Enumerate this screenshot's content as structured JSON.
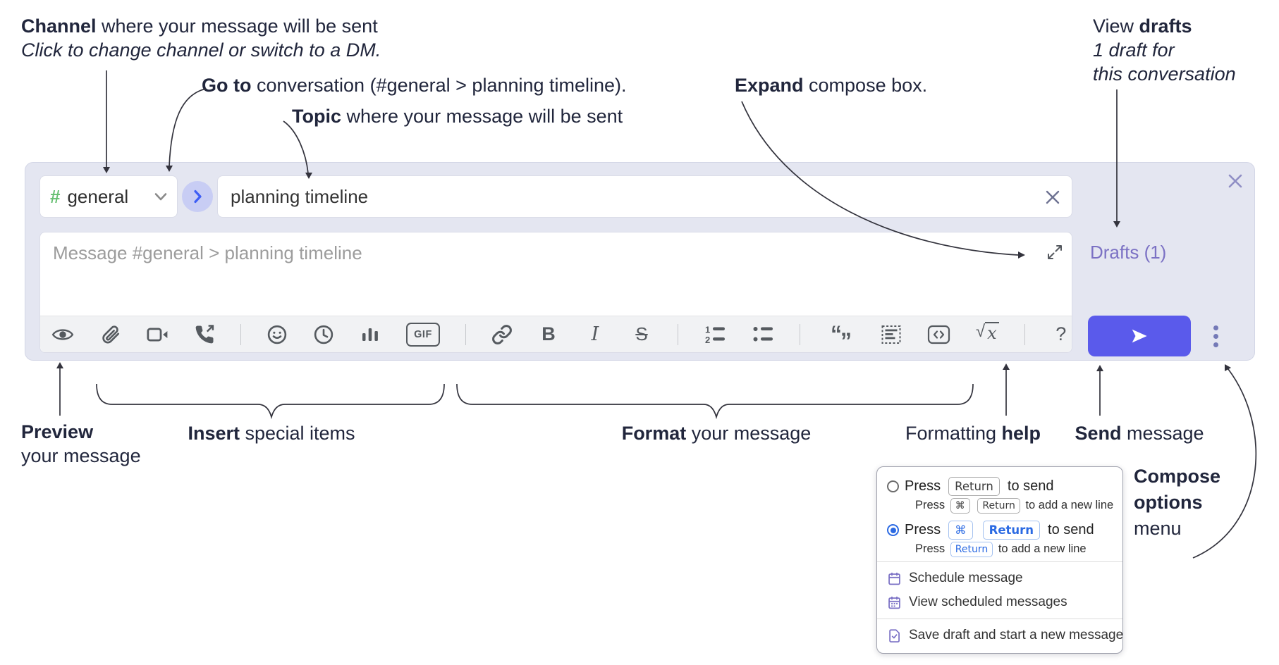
{
  "annotations": {
    "channel": {
      "bold": "Channel",
      "rest": " where your message will be sent",
      "sub": "Click to change channel or switch to a DM."
    },
    "goto": {
      "bold": "Go to",
      "rest": " conversation (#general > planning timeline)."
    },
    "topic": {
      "bold": "Topic",
      "rest": " where your message will be sent"
    },
    "expand": {
      "bold": "Expand",
      "rest": " compose box."
    },
    "drafts": {
      "pre": "View ",
      "bold": "drafts",
      "line2": "1 draft for",
      "line3": "this conversation"
    },
    "preview": {
      "bold": "Preview",
      "line2": "your message"
    },
    "insert": {
      "bold": "Insert",
      "rest": " special items"
    },
    "format": {
      "bold": "Format",
      "rest": " your message"
    },
    "help": {
      "pre": "Formatting ",
      "bold": "help"
    },
    "send": {
      "bold": "Send",
      "rest": " message"
    },
    "compose_options": {
      "line1": "Compose",
      "line2": "options",
      "line3": "menu"
    }
  },
  "compose": {
    "channel": {
      "hash": "#",
      "name": "general"
    },
    "topic": {
      "value": "planning timeline"
    },
    "message": {
      "placeholder": "Message #general > planning timeline"
    },
    "drafts_link": "Drafts (1)",
    "toolbar": {
      "icons": [
        "preview",
        "attach-file",
        "start-video-call",
        "start-voice-call",
        "add-emoji",
        "add-global-time",
        "add-poll",
        "add-gif",
        "link",
        "bold",
        "italic",
        "strikethrough",
        "numbered-list",
        "bulleted-list",
        "quote",
        "spoiler",
        "code",
        "math",
        "help"
      ],
      "gif": "GIF",
      "bold": "B",
      "italic": "I",
      "strike": "S",
      "quote_open": "“",
      "quote_close": "”",
      "ol1": "1",
      "ol2": "2",
      "math_root": "√",
      "math_x": "x",
      "help_q": "?"
    }
  },
  "menu": {
    "option1": {
      "pre": "Press",
      "key": "Return",
      "post": "to send",
      "sub_pre": "Press",
      "sub_key1": "⌘",
      "sub_key2": "Return",
      "sub_post": "to add a new line",
      "selected": false
    },
    "option2": {
      "pre": "Press",
      "key1": "⌘",
      "key2": "Return",
      "post": "to send",
      "sub_pre": "Press",
      "sub_key": "Return",
      "sub_post": "to add a new line",
      "selected": true
    },
    "items": [
      {
        "icon": "calendar-icon",
        "label": "Schedule message"
      },
      {
        "icon": "calendar-dots-icon",
        "label": "View scheduled messages"
      },
      {
        "icon": "save-draft-icon",
        "label": "Save draft and start a new message"
      }
    ]
  },
  "colors": {
    "compose_bg": "#e4e6f1",
    "accent_send": "#5a5aeb",
    "drafts_link": "#7b71c4",
    "hash_green": "#66bf71",
    "goto_blue": "#3e5ef5",
    "menu_icon_purple": "#7b71c5",
    "selected_key_blue": "#2b6ae3"
  }
}
